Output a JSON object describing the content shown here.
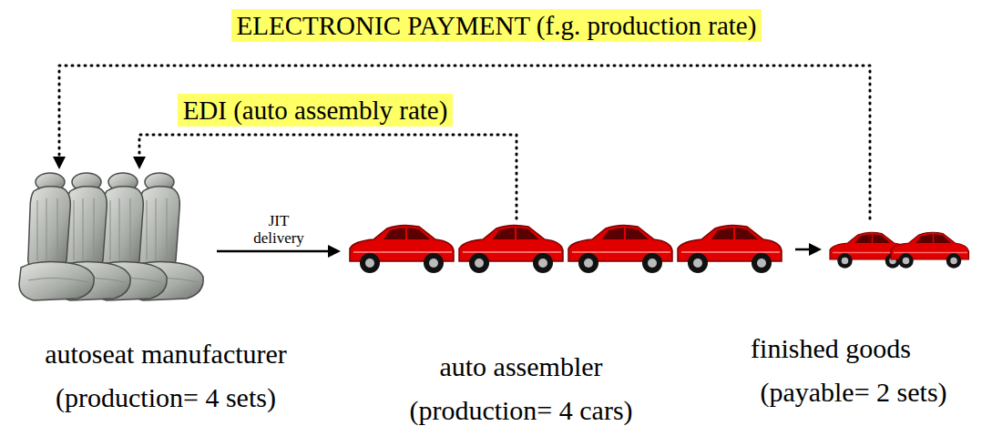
{
  "diagram": {
    "nodes": [
      {
        "text": [
          "autoseat manufacturer",
          "(production= 4 sets)"
        ]
      },
      {
        "text": [
          "auto assembler",
          "(production= 4 cars)"
        ]
      },
      {
        "text": [
          "finished goods",
          "(payable= 2 sets)"
        ]
      }
    ],
    "edges": [
      {
        "from": 2,
        "to": 0,
        "arrow": "to",
        "label": "ELECTRONIC PAYMENT (f.g. production rate)"
      },
      {
        "from": 1,
        "to": 0,
        "arrow": "to",
        "label": "EDI (auto assembly rate)"
      },
      {
        "from": 0,
        "to": 1,
        "arrow": "to",
        "label": "JIT delivery"
      },
      {
        "from": 1,
        "to": 2,
        "arrow": "to"
      }
    ]
  }
}
